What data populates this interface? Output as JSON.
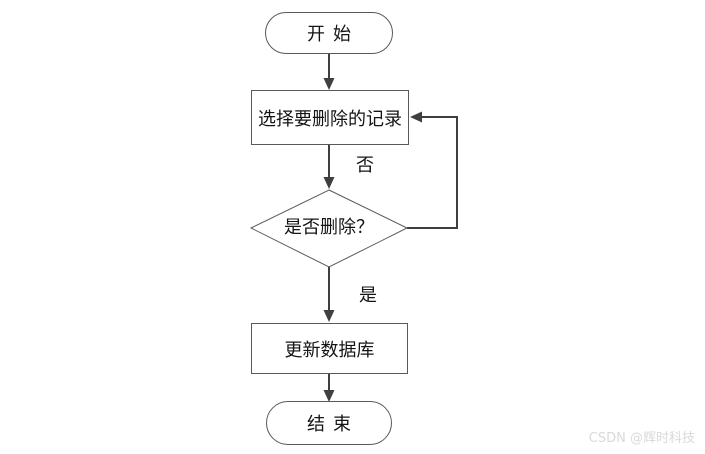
{
  "colors": {
    "background": "#ffffff",
    "line": "#3f3f3f",
    "border": "#595959",
    "text": "#141414",
    "watermark": "#d9d9d9"
  },
  "nodes": {
    "start": {
      "type": "terminator",
      "label": "开始"
    },
    "select": {
      "type": "process",
      "label": "选择要删除的记录"
    },
    "decision": {
      "type": "decision",
      "label": "是否删除？"
    },
    "update": {
      "type": "process",
      "label": "更新数据库"
    },
    "end": {
      "type": "terminator",
      "label": "结束"
    }
  },
  "edge_labels": {
    "no": "否",
    "yes": "是"
  },
  "edges": [
    {
      "from": "start",
      "to": "select",
      "label": ""
    },
    {
      "from": "select",
      "to": "decision",
      "label": ""
    },
    {
      "from": "decision",
      "to": "select",
      "label": "否"
    },
    {
      "from": "decision",
      "to": "update",
      "label": "是"
    },
    {
      "from": "update",
      "to": "end",
      "label": ""
    }
  ],
  "watermark": {
    "text": "CSDN @辉时科技"
  }
}
